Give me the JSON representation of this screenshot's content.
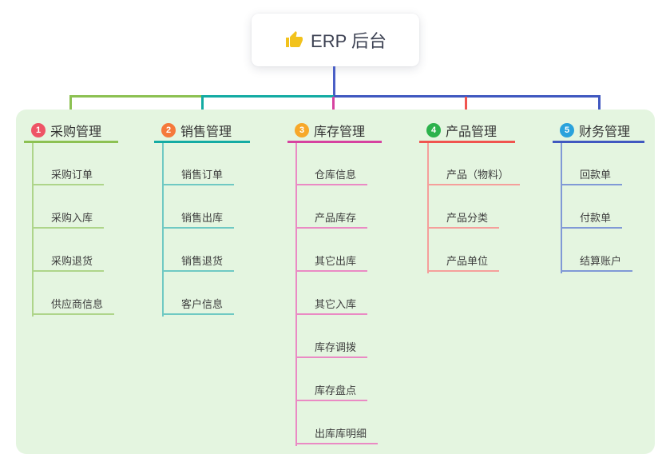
{
  "root": {
    "label": "ERP 后台",
    "icon": "thumbs-up"
  },
  "canvas": {
    "background_color": "#e4f5e0"
  },
  "connector": {
    "root_color": "#4a5fc6"
  },
  "branches": [
    {
      "number": "1",
      "label": "采购管理",
      "badge_color": "#ee5466",
      "line_color": "#8cc152",
      "light_line_color": "#aed58a",
      "children": [
        "采购订单",
        "采购入库",
        "采购退货",
        "供应商信息"
      ]
    },
    {
      "number": "2",
      "label": "销售管理",
      "badge_color": "#f5793b",
      "line_color": "#13aba3",
      "light_line_color": "#6fc9c3",
      "children": [
        "销售订单",
        "销售出库",
        "销售退货",
        "客户信息"
      ]
    },
    {
      "number": "3",
      "label": "库存管理",
      "badge_color": "#f7a82a",
      "line_color": "#d643a0",
      "light_line_color": "#ea8ac4",
      "children": [
        "仓库信息",
        "产品库存",
        "其它出库",
        "其它入库",
        "库存调拨",
        "库存盘点",
        "出库库明细"
      ]
    },
    {
      "number": "4",
      "label": "产品管理",
      "badge_color": "#2cb24c",
      "line_color": "#f0544f",
      "light_line_color": "#f59f9b",
      "children": [
        "产品（物料）",
        "产品分类",
        "产品单位"
      ]
    },
    {
      "number": "5",
      "label": "财务管理",
      "badge_color": "#2aa2dc",
      "line_color": "#4058c0",
      "light_line_color": "#8099d6",
      "children": [
        "回款单",
        "付款单",
        "结算账户"
      ]
    }
  ]
}
